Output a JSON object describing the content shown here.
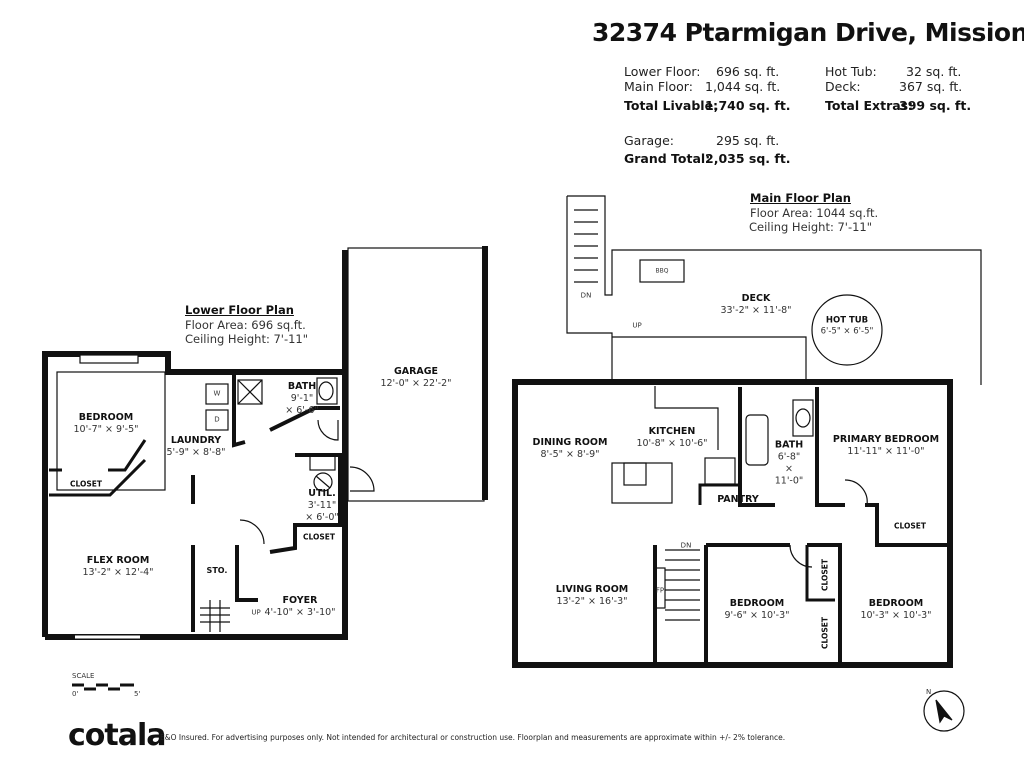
{
  "title": "32374 Ptarmigan Drive, Mission",
  "summary": {
    "lower_floor_label": "Lower Floor:",
    "lower_floor_value": "696 sq. ft.",
    "main_floor_label": "Main Floor:",
    "main_floor_value": "1,044 sq. ft.",
    "total_livable_label": "Total Livable:",
    "total_livable_value": "1,740 sq. ft.",
    "garage_label": "Garage:",
    "garage_value": "295 sq. ft.",
    "grand_total_label": "Grand Total:",
    "grand_total_value": "2,035 sq. ft.",
    "hot_tub_label": "Hot Tub:",
    "hot_tub_value": "32 sq. ft.",
    "deck_label": "Deck:",
    "deck_value": "367 sq. ft.",
    "total_extras_label": "Total Extras:",
    "total_extras_value": "399 sq. ft."
  },
  "lower_floor": {
    "heading": "Lower Floor Plan",
    "area": "Floor Area: 696 sq.ft.",
    "ceiling": "Ceiling Height: 7'-11\"",
    "rooms": {
      "bedroom": {
        "name": "BEDROOM",
        "dims": "10'-7\" × 9'-5\""
      },
      "laundry": {
        "name": "LAUNDRY",
        "dims": "5'-9\" × 8'-8\""
      },
      "bath": {
        "name": "BATH",
        "dims": "9'-1\"",
        "dims2": "× 6'-6\""
      },
      "garage": {
        "name": "GARAGE",
        "dims": "12'-0\" × 22'-2\""
      },
      "closet1": {
        "name": "CLOSET"
      },
      "util": {
        "name": "UTIL.",
        "dims": "3'-11\"",
        "dims2": "× 6'-0\""
      },
      "closet2": {
        "name": "CLOSET"
      },
      "flex": {
        "name": "FLEX ROOM",
        "dims": "13'-2\" × 12'-4\""
      },
      "sto": {
        "name": "STO."
      },
      "foyer": {
        "name": "FOYER",
        "dims": "4'-10\" × 3'-10\""
      }
    },
    "washer": "W",
    "dryer": "D",
    "stairs_up": "UP"
  },
  "main_floor": {
    "heading": "Main Floor Plan",
    "area": "Floor Area: 1044 sq.ft.",
    "ceiling": "Ceiling Height: 7'-11\"",
    "rooms": {
      "deck": {
        "name": "DECK",
        "dims": "33'-2\" × 11'-8\""
      },
      "hot_tub": {
        "name": "HOT TUB",
        "dims": "6'-5\" × 6'-5\""
      },
      "dining": {
        "name": "DINING ROOM",
        "dims": "8'-5\" × 8'-9\""
      },
      "kitchen": {
        "name": "KITCHEN",
        "dims": "10'-8\" × 10'-6\""
      },
      "bath": {
        "name": "BATH",
        "dims": "6'-8\"",
        "dims2": "×",
        "dims3": "11'-0\""
      },
      "primary": {
        "name": "PRIMARY BEDROOM",
        "dims": "11'-11\" × 11'-0\""
      },
      "pantry": {
        "name": "PANTRY"
      },
      "closet1": {
        "name": "CLOSET"
      },
      "living": {
        "name": "LIVING ROOM",
        "dims": "13'-2\" × 16'-3\""
      },
      "bedroom2": {
        "name": "BEDROOM",
        "dims": "9'-6\" × 10'-3\""
      },
      "bedroom3": {
        "name": "BEDROOM",
        "dims": "10'-3\" × 10'-3\""
      },
      "closet2": {
        "name": "CLOSET"
      },
      "closet3": {
        "name": "CLOSET"
      }
    },
    "stairs_dn": "DN",
    "deck_stairs_dn": "DN",
    "deck_up": "UP",
    "fireplace": "FP",
    "bbq": "BBQ"
  },
  "scale": {
    "label": "SCALE",
    "start": "0'",
    "end": "5'"
  },
  "footer": {
    "logo": "cotala",
    "disclaimer": "E&O Insured. For advertising purposes only. Not intended for architectural or construction use. Floorplan and measurements are approximate within +/- 2% tolerance."
  },
  "compass": {
    "north": "N"
  }
}
